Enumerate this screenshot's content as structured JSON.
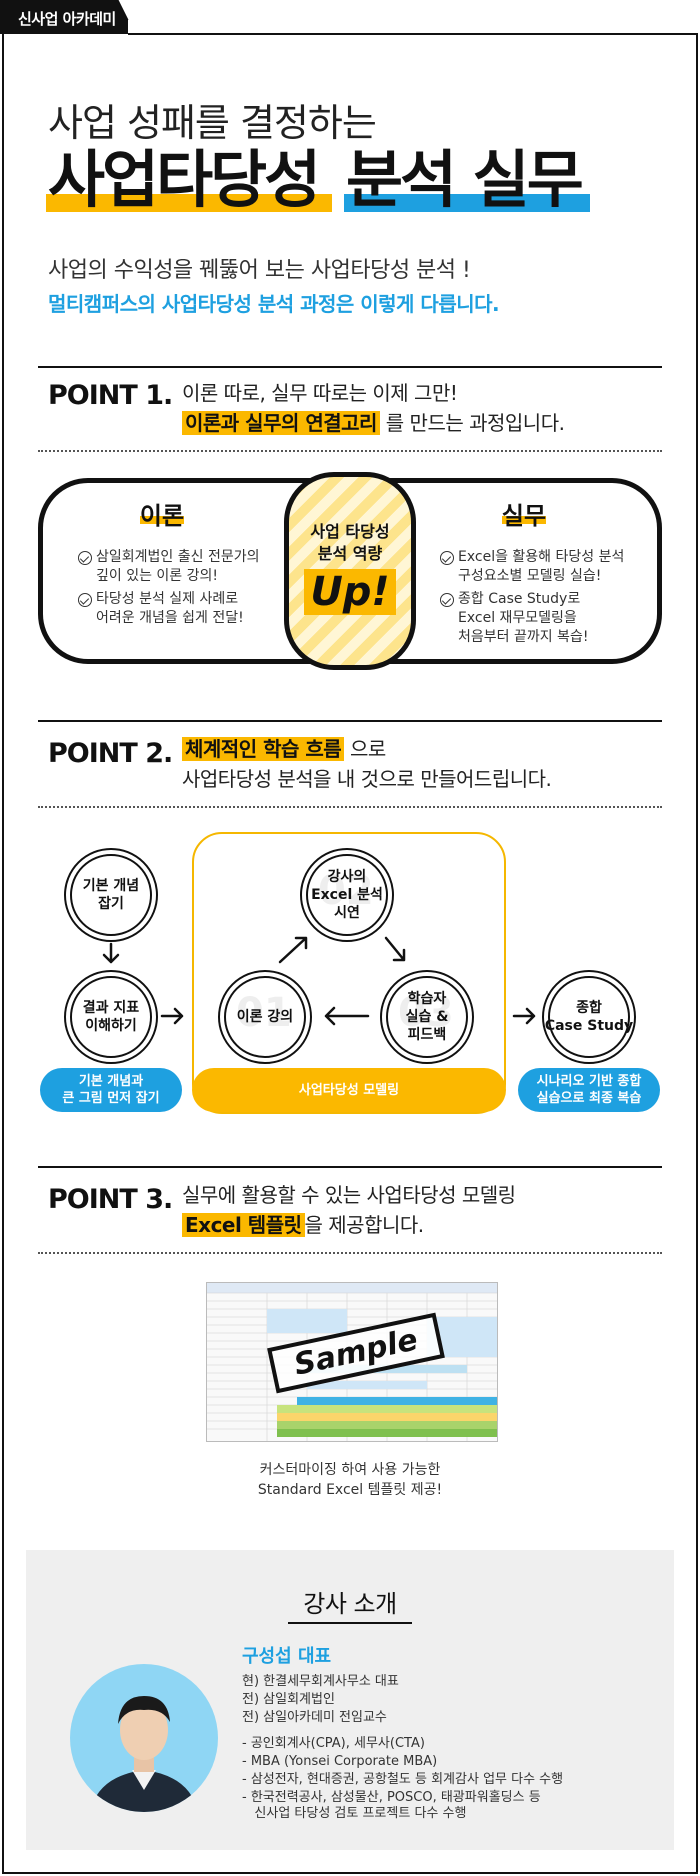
{
  "tab": {
    "label": "신사업 아카데미"
  },
  "hero": {
    "subtitle": "사업 성패를 결정하는",
    "title_part1": "사업타당성",
    "title_part2": "분석 실무",
    "bar_color_1": "#fbb800",
    "bar_color_2": "#1ea0e0"
  },
  "intro": {
    "line1": "사업의 수익성을 꿰뚫어 보는 사업타당성 분석 !",
    "line2": "멀티캠퍼스의 사업타당성 분석 과정은 이렇게 다릅니다."
  },
  "point1": {
    "label": "POINT 1.",
    "line1": "이론 따로, 실무 따로는 이제 그만!",
    "highlight": "이론과 실무의 연결고리",
    "line2_rest": " 를 만드는 과정입니다.",
    "theory": {
      "title": "이론",
      "items": [
        [
          "삼일회계법인 출신 전문가의",
          "깊이 있는 이론 강의!"
        ],
        [
          "타당성 분석 실제 사례로",
          "어려운 개념을 쉽게 전달!"
        ]
      ]
    },
    "center": {
      "line1": "사업 타당성",
      "line2": "분석 역량",
      "up": "Up!"
    },
    "practice": {
      "title": "실무",
      "items": [
        [
          "Excel을 활용해 타당성 분석",
          "구성요소별 모델링 실습!"
        ],
        [
          "종합 Case Study로",
          "Excel 재무모델링을",
          "처음부터 끝까지 복습!"
        ]
      ]
    }
  },
  "point2": {
    "label": "POINT 2.",
    "highlight": "체계적인 학습 흐름",
    "line1_rest": " 으로",
    "line2": "사업타당성 분석을 내 것으로 만들어드립니다.",
    "circles": {
      "basic": [
        "기본 개념",
        "잡기"
      ],
      "metrics": [
        "결과 지표",
        "이해하기"
      ],
      "demo": [
        "강사의",
        "Excel 분석",
        "시연"
      ],
      "theory": [
        "이론 강의"
      ],
      "practice": [
        "학습자",
        "실습 &",
        "피드백"
      ],
      "case": [
        "종합",
        "Case Study"
      ]
    },
    "ghost_numbers": {
      "theory": "01",
      "demo": "02",
      "practice": "03"
    },
    "pills": {
      "left": [
        "기본 개념과",
        "큰 그림 먼저 잡기"
      ],
      "center": "사업타당성 모델링",
      "right": [
        "시나리오 기반 종합",
        "실습으로 최종 복습"
      ]
    }
  },
  "point3": {
    "label": "POINT 3.",
    "line1": "실무에 활용할 수 있는 사업타당성 모델링",
    "highlight": "Excel 템플릿",
    "line2_rest": "을 제공합니다.",
    "stamp": "Sample",
    "caption": [
      "커스터마이징 하여 사용 가능한",
      "Standard Excel 템플릿 제공!"
    ]
  },
  "instructor": {
    "section_title": "강사 소개",
    "name": "구성섭 대표",
    "positions": [
      "현) 한결세무회계사무소 대표",
      "전) 삼일회계법인",
      "전) 삼일아카데미 전임교수"
    ],
    "credentials": [
      "-  공인회계사(CPA), 세무사(CTA)",
      "-  MBA (Yonsei Corporate MBA)",
      "-  삼성전자, 현대증권, 공항철도 등 회계감사 업무 다수 수행",
      "-  한국전력공사, 삼성물산, POSCO, 태광파워홀딩스 등",
      "   신사업 타당성 검토 프로젝트 다수 수행"
    ]
  }
}
